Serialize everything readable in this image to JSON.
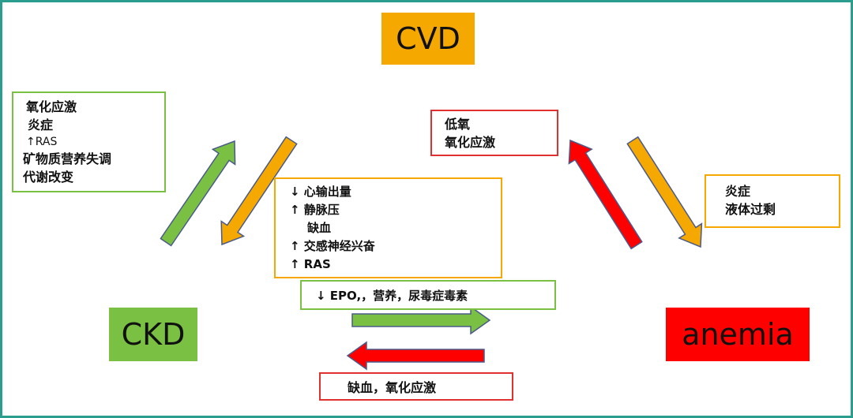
{
  "nodes": {
    "cvd": {
      "label": "CVD",
      "color": "#f5a800"
    },
    "ckd": {
      "label": "CKD",
      "color": "#7ac143"
    },
    "anemia": {
      "label": "anemia",
      "color": "#ff0000"
    }
  },
  "boxes": {
    "ckd_cvd_factors": {
      "lines": [
        "氧化应激",
        "炎症",
        "↑RAS",
        "矿物质营养失调",
        "代谢改变"
      ],
      "border_color": "#7ac143"
    },
    "cvd_ckd_effects": {
      "lines": [
        "↓ 心输出量",
        "↑ 静脉压",
        "缺血",
        "↑ 交感神经兴奋",
        "↑ RAS"
      ],
      "border_color": "#f5a800"
    },
    "anemia_cvd_factors": {
      "lines": [
        "低氧",
        "氧化应激"
      ],
      "border_color": "#e03030"
    },
    "cvd_anemia_factors": {
      "lines": [
        "炎症",
        "液体过剩"
      ],
      "border_color": "#f5a800"
    },
    "ckd_anemia_factors": {
      "lines": [
        "↓ EPO,，营养，尿毒症毒素"
      ],
      "border_color": "#7ac143"
    },
    "anemia_ckd_factors": {
      "lines": [
        "缺血，氧化应激"
      ],
      "border_color": "#e03030"
    }
  },
  "arrow_colors": {
    "green": "#7ac143",
    "orange": "#f5a800",
    "red": "#ff0000",
    "outline": "#4a5a8a"
  }
}
